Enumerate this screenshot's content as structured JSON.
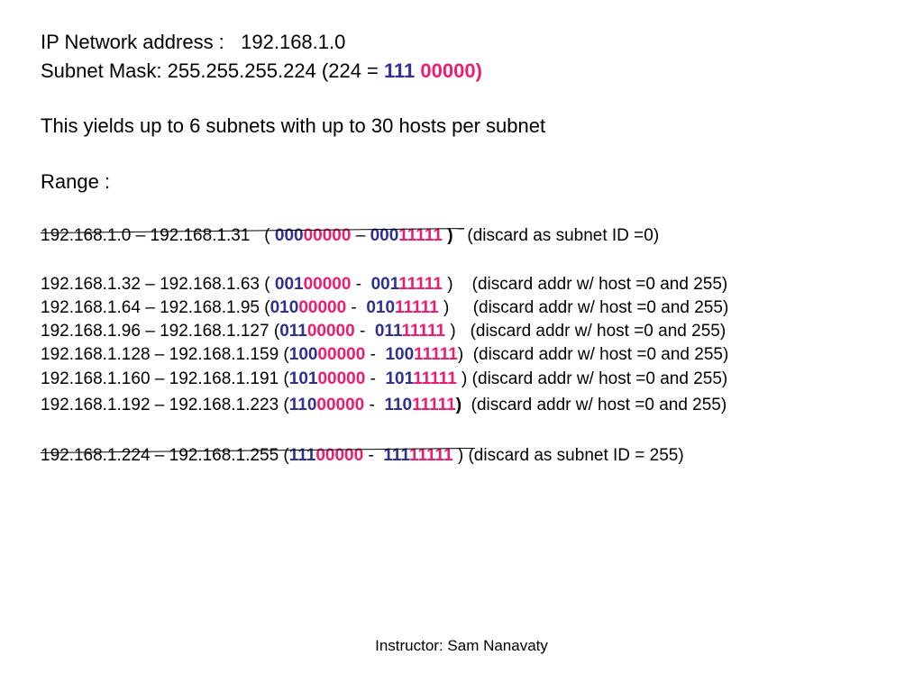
{
  "header": {
    "network_label": "IP Network address :   ",
    "network_value": "192.168.1.0",
    "mask_label": "Subnet Mask: 255.255.255.224 (224 = ",
    "mask_ones": "111",
    "mask_zeros": "00000)",
    "yields": "This yields up to 6 subnets with up to 30 hosts per subnet",
    "range_label": "Range :"
  },
  "ranges": [
    {
      "range": "192.168.1.0 – 192.168.1.31   ( ",
      "a_net": "000",
      "a_host": "00000",
      "sep": " – ",
      "b_net": "000",
      "b_host": "11111",
      "close": " )",
      "note": "   (discard as subnet ID =0)",
      "struck": true
    },
    {
      "range": "192.168.1.32 – 192.168.1.63 ( ",
      "a_net": "001",
      "a_host": "00000",
      "sep": " -  ",
      "b_net": "001",
      "b_host": "11111",
      "close": " )",
      "note": "    (discard addr w/ host =0 and 255)",
      "struck": false
    },
    {
      "range": "192.168.1.64 – 192.168.1.95 (",
      "a_net": "010",
      "a_host": "00000",
      "sep": " -  ",
      "b_net": "010",
      "b_host": "11111",
      "close": " )",
      "note": "     (discard addr w/ host =0 and 255)",
      "struck": false
    },
    {
      "range": "192.168.1.96 – 192.168.1.127 (",
      "a_net": "011",
      "a_host": "00000",
      "sep": " -  ",
      "b_net": "011",
      "b_host": "11111",
      "close": " )",
      "note": "   (discard addr w/ host =0 and 255)",
      "struck": false
    },
    {
      "range": "192.168.1.128 – 192.168.1.159 (",
      "a_net": "100",
      "a_host": "00000",
      "sep": " -  ",
      "b_net": "100",
      "b_host": "11111",
      "close": ")",
      "note": "  (discard addr w/ host =0 and 255)",
      "struck": false
    },
    {
      "range": "192.168.1.160 – 192.168.1.191 (",
      "a_net": "101",
      "a_host": "00000",
      "sep": " -  ",
      "b_net": "101",
      "b_host": "11111",
      "close": " )",
      "note": " (discard addr w/ host =0 and 255)",
      "struck": false
    },
    {
      "range": "192.168.1.192 – 192.168.1.223 (",
      "a_net": "110",
      "a_host": "00000",
      "sep": " -  ",
      "b_net": "110",
      "b_host": "11111",
      "close": ")",
      "note": "  (discard addr w/ host =0 and 255)",
      "struck": false
    },
    {
      "range": "192.168.1.224 – 192.168.1.255 (",
      "a_net": "111",
      "a_host": "00000",
      "sep": " -  ",
      "b_net": "111",
      "b_host": "11111",
      "close": " )",
      "note": " (discard as subnet ID = 255)",
      "struck": true
    }
  ],
  "footer": "Instructor: Sam Nanavaty",
  "colors": {
    "network_bits": "#2e3192",
    "host_bits": "#ed1c6f",
    "text": "#000000"
  }
}
